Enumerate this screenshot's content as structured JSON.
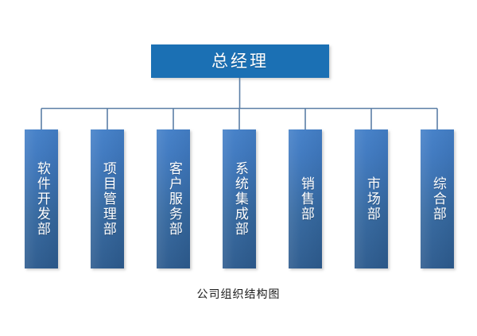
{
  "chart": {
    "caption": "公司组织结构图",
    "root": {
      "label": "总经理"
    },
    "departments": [
      {
        "label": "软件开发部"
      },
      {
        "label": "项目管理部"
      },
      {
        "label": "客户服务部"
      },
      {
        "label": "系统集成部"
      },
      {
        "label": "销售部"
      },
      {
        "label": "市场部"
      },
      {
        "label": "综合部"
      }
    ],
    "colors": {
      "root_fill": "#1b70b4",
      "dept_fill_top": "#4480c8",
      "dept_fill_bottom": "#2d5b8e",
      "connector_line": "#5b7fa6",
      "background": "#ffffff",
      "label_text": "#ffffff",
      "caption_text": "#1a1a1a"
    }
  }
}
